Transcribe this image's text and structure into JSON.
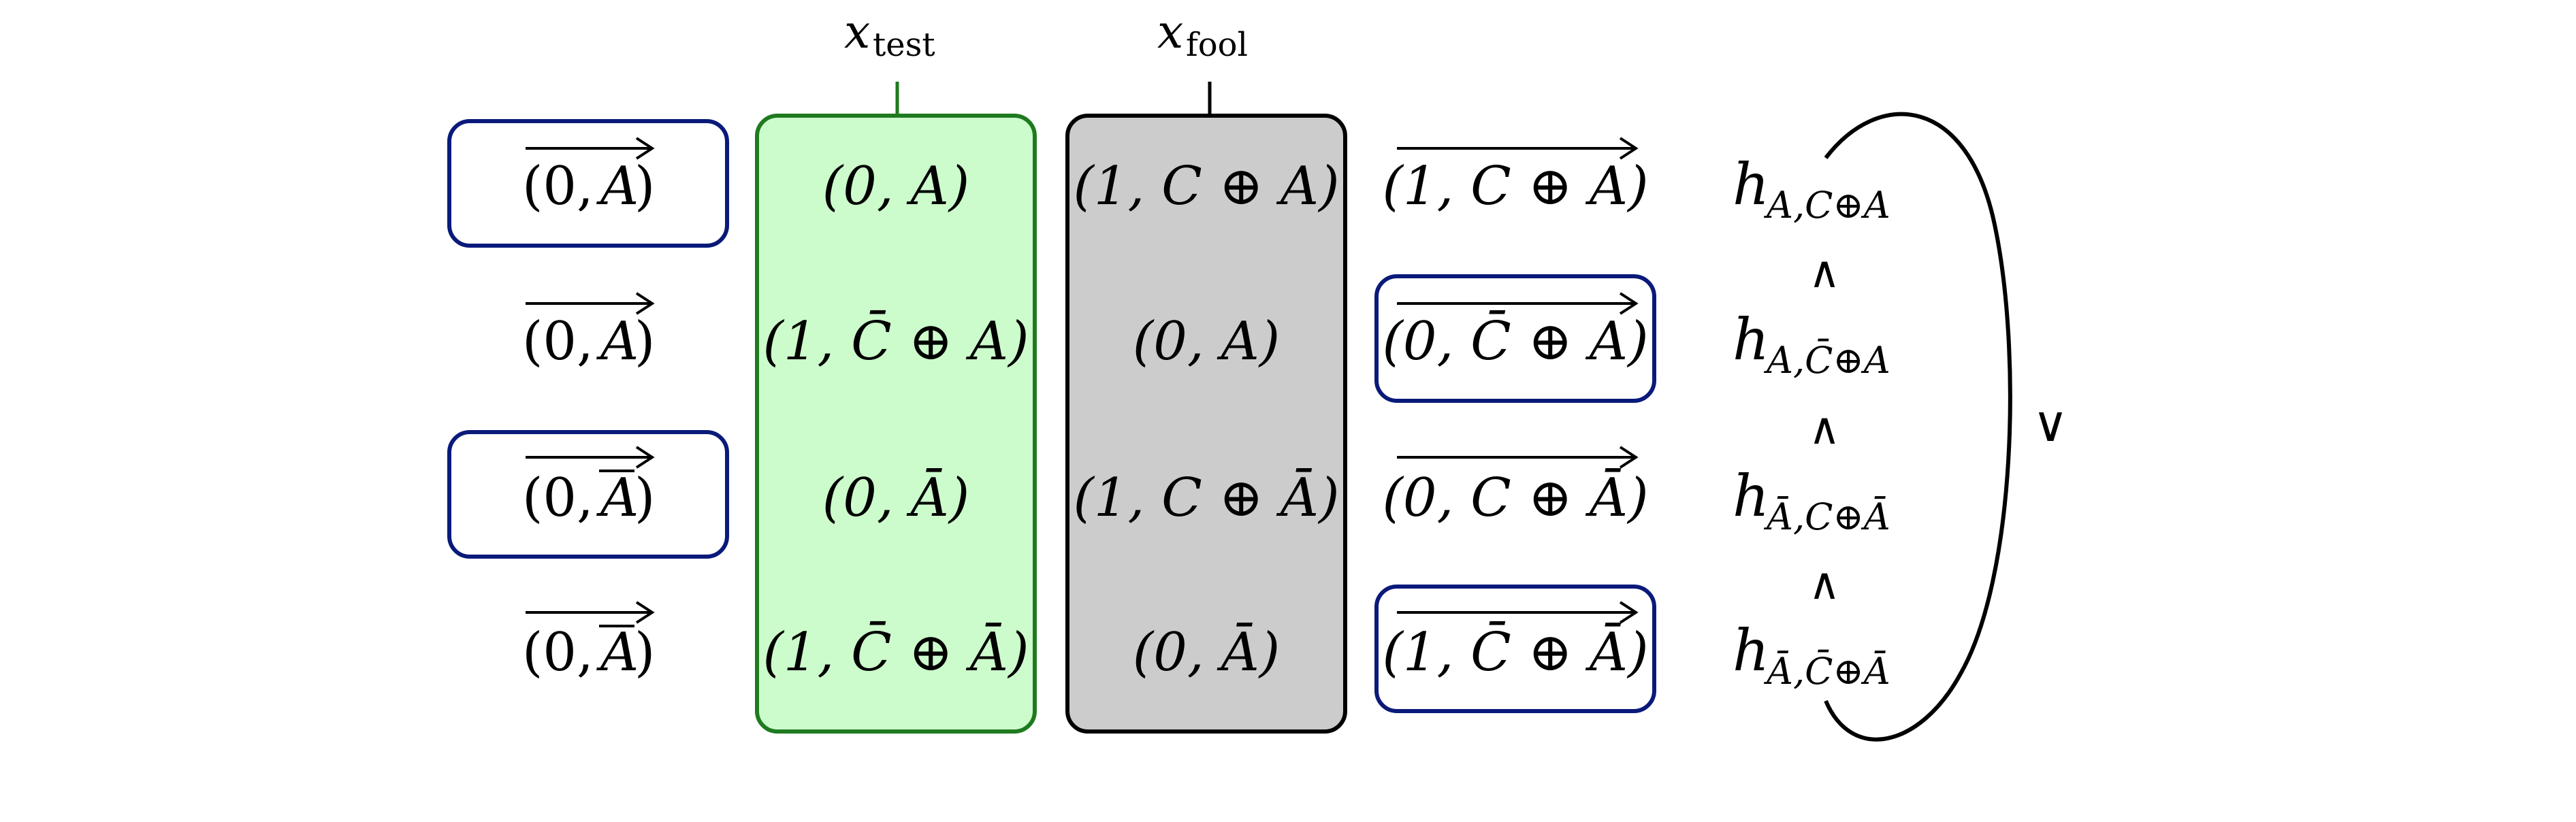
{
  "top_labels": {
    "x_test": {
      "symbol": "x",
      "sub": "test",
      "color": "#1f7a1f"
    },
    "x_fool": {
      "symbol": "x",
      "sub": "fool",
      "color": "#000000"
    }
  },
  "columns": {
    "col1": {
      "rows": [
        {
          "pre": "(0, ",
          "bar": "A",
          "notbar": "",
          "post": ")",
          "over_arrow": true,
          "boxed": true
        },
        {
          "pre": "(0, ",
          "bar": "A",
          "notbar": "",
          "post": ")",
          "over_arrow": true,
          "boxed": false
        },
        {
          "pre": "(0, ",
          "bar": "A",
          "notbar": "",
          "post": ")",
          "over_arrow": true,
          "boxed": true,
          "a_bar": true
        },
        {
          "pre": "(0, ",
          "bar": "A",
          "notbar": "",
          "post": ")",
          "over_arrow": true,
          "boxed": false,
          "a_bar": true
        }
      ]
    },
    "test": {
      "fill": "#ccfccc",
      "stroke": "#1f7a1f",
      "rows": [
        "(0, A)",
        "(1, C̄ ⊕ A)",
        "(0, Ā)",
        "(1, C̄ ⊕ Ā)"
      ]
    },
    "fool": {
      "fill": "#cccccc",
      "stroke": "#000000",
      "rows": [
        "(1, C ⊕ A)",
        "(0, A)",
        "(1, C ⊕ Ā)",
        "(0, Ā)"
      ]
    },
    "col4": {
      "rows": [
        {
          "text": "(1, C ⊕ A)",
          "boxed": false
        },
        {
          "text": "(0, C̄ ⊕ A)",
          "boxed": true
        },
        {
          "text": "(0, C ⊕ Ā)",
          "boxed": false
        },
        {
          "text": "(1, C̄ ⊕ Ā)",
          "boxed": true
        }
      ]
    },
    "h": {
      "rows": [
        {
          "h": "h",
          "sub": "A,C⊕A"
        },
        {
          "h": "h",
          "sub": "A,C̄⊕A"
        },
        {
          "h": "h",
          "sub": "Ā,C⊕Ā"
        },
        {
          "h": "h",
          "sub": "Ā,C̄⊕Ā"
        }
      ],
      "and_symbol": "∧",
      "or_symbol": "∨"
    }
  },
  "colors": {
    "box_blue": "#0a1a7a",
    "green": "#1f7a1f",
    "black": "#000000"
  }
}
